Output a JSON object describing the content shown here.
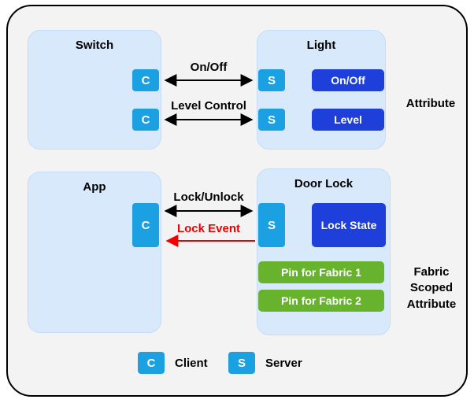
{
  "diagram": {
    "switch_box": {
      "title": "Switch",
      "ports": [
        "C",
        "C"
      ]
    },
    "light_box": {
      "title": "Light",
      "ports": [
        "S",
        "S"
      ],
      "attributes": [
        "On/Off",
        "Level"
      ]
    },
    "app_box": {
      "title": "App",
      "port": "C"
    },
    "door_lock_box": {
      "title": "Door Lock",
      "port": "S",
      "attribute": "Lock State",
      "fabric_pins": [
        "Pin for Fabric 1",
        "Pin for Fabric 2"
      ]
    },
    "arrows": {
      "on_off": "On/Off",
      "level_control": "Level Control",
      "lock_unlock": "Lock/Unlock",
      "lock_event": "Lock Event"
    },
    "side_labels": {
      "attribute": "Attribute",
      "fabric_scoped": "Fabric Scoped Attribute"
    },
    "legend": {
      "client_symbol": "C",
      "client_label": "Client",
      "server_symbol": "S",
      "server_label": "Server"
    }
  },
  "colors": {
    "outer_fill": "#f3f3f3",
    "box_fill": "#d9e9fc",
    "port_fill": "#1ba1e2",
    "attribute_fill": "#1e3fd9",
    "pin_fill": "#67b32d",
    "arrow_black": "#000000",
    "lock_event_red": "#f20000"
  }
}
